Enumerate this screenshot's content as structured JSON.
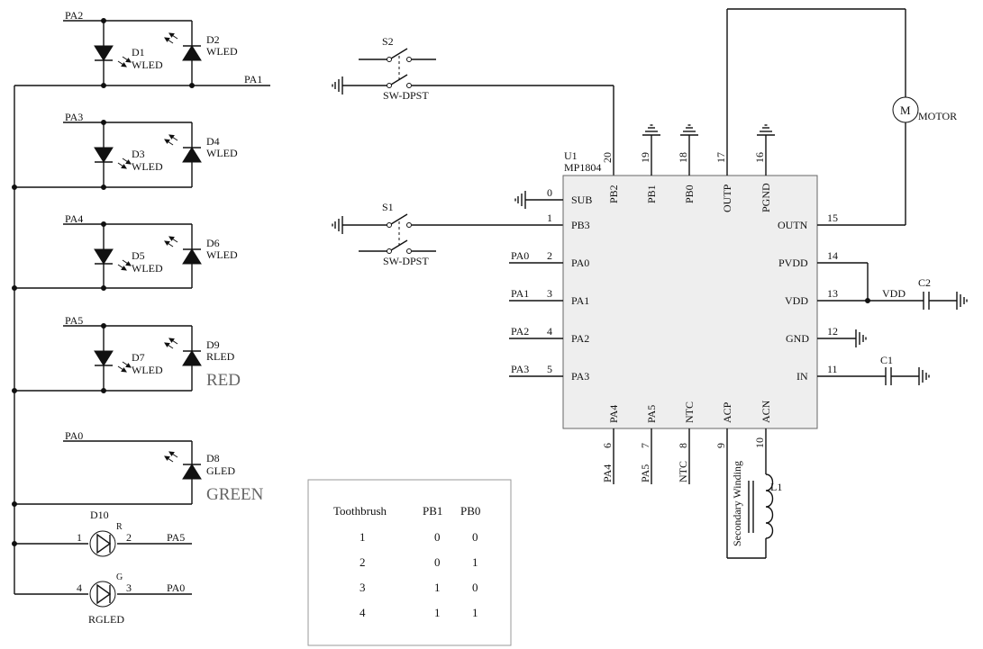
{
  "chip": {
    "ref": "U1",
    "part": "MP1804",
    "left_pins": [
      {
        "num": "0",
        "name": "SUB",
        "net": ""
      },
      {
        "num": "1",
        "name": "PB3",
        "net": ""
      },
      {
        "num": "2",
        "name": "PA0",
        "net": "PA0"
      },
      {
        "num": "3",
        "name": "PA1",
        "net": "PA1"
      },
      {
        "num": "4",
        "name": "PA2",
        "net": "PA2"
      },
      {
        "num": "5",
        "name": "PA3",
        "net": "PA3"
      }
    ],
    "right_pins": [
      {
        "num": "15",
        "name": "OUTN"
      },
      {
        "num": "14",
        "name": "PVDD"
      },
      {
        "num": "13",
        "name": "VDD"
      },
      {
        "num": "12",
        "name": "GND"
      },
      {
        "num": "11",
        "name": "IN"
      }
    ],
    "top_pins": [
      {
        "num": "20",
        "name": "PB2"
      },
      {
        "num": "19",
        "name": "PB1"
      },
      {
        "num": "18",
        "name": "PB0"
      },
      {
        "num": "17",
        "name": "OUTP"
      },
      {
        "num": "16",
        "name": "PGND"
      }
    ],
    "bottom_pins": [
      {
        "num": "6",
        "name": "PA4",
        "net": "PA4"
      },
      {
        "num": "7",
        "name": "PA5",
        "net": "PA5"
      },
      {
        "num": "8",
        "name": "NTC",
        "net": "NTC"
      },
      {
        "num": "9",
        "name": "ACP",
        "net": ""
      },
      {
        "num": "10",
        "name": "ACN",
        "net": ""
      }
    ]
  },
  "led_groups": [
    {
      "net": "PA2",
      "left_ref": "D1",
      "left_type": "WLED",
      "right_ref": "D2",
      "right_type": "WLED",
      "bus": "PA1",
      "caption": ""
    },
    {
      "net": "PA3",
      "left_ref": "D3",
      "left_type": "WLED",
      "right_ref": "D4",
      "right_type": "WLED",
      "bus": "",
      "caption": ""
    },
    {
      "net": "PA4",
      "left_ref": "D5",
      "left_type": "WLED",
      "right_ref": "D6",
      "right_type": "WLED",
      "bus": "",
      "caption": ""
    },
    {
      "net": "PA5",
      "left_ref": "D7",
      "left_type": "WLED",
      "right_ref": "D9",
      "right_type": "RLED",
      "bus": "",
      "caption": "RED"
    }
  ],
  "green_led": {
    "net": "PA0",
    "ref": "D8",
    "type": "GLED",
    "caption": "GREEN"
  },
  "rgled": {
    "ref": "D10",
    "type": "RGLED",
    "r_label": "R",
    "g_label": "G",
    "r_pins": [
      "1",
      "2"
    ],
    "r_net": "PA5",
    "g_pins": [
      "4",
      "3"
    ],
    "g_net": "PA0"
  },
  "switches": [
    {
      "ref": "S2",
      "type": "SW-DPST"
    },
    {
      "ref": "S1",
      "type": "SW-DPST"
    }
  ],
  "motor": {
    "symbol": "M",
    "label": "MOTOR"
  },
  "caps": [
    {
      "ref": "C2"
    },
    {
      "ref": "C1"
    }
  ],
  "vdd_label": "VDD",
  "inductor": {
    "ref": "L1",
    "label": "Secondary Winding"
  },
  "truth_table": {
    "headers": [
      "Toothbrush",
      "PB1",
      "PB0"
    ],
    "rows": [
      [
        "1",
        "0",
        "0"
      ],
      [
        "2",
        "0",
        "1"
      ],
      [
        "3",
        "1",
        "0"
      ],
      [
        "4",
        "1",
        "1"
      ]
    ]
  }
}
